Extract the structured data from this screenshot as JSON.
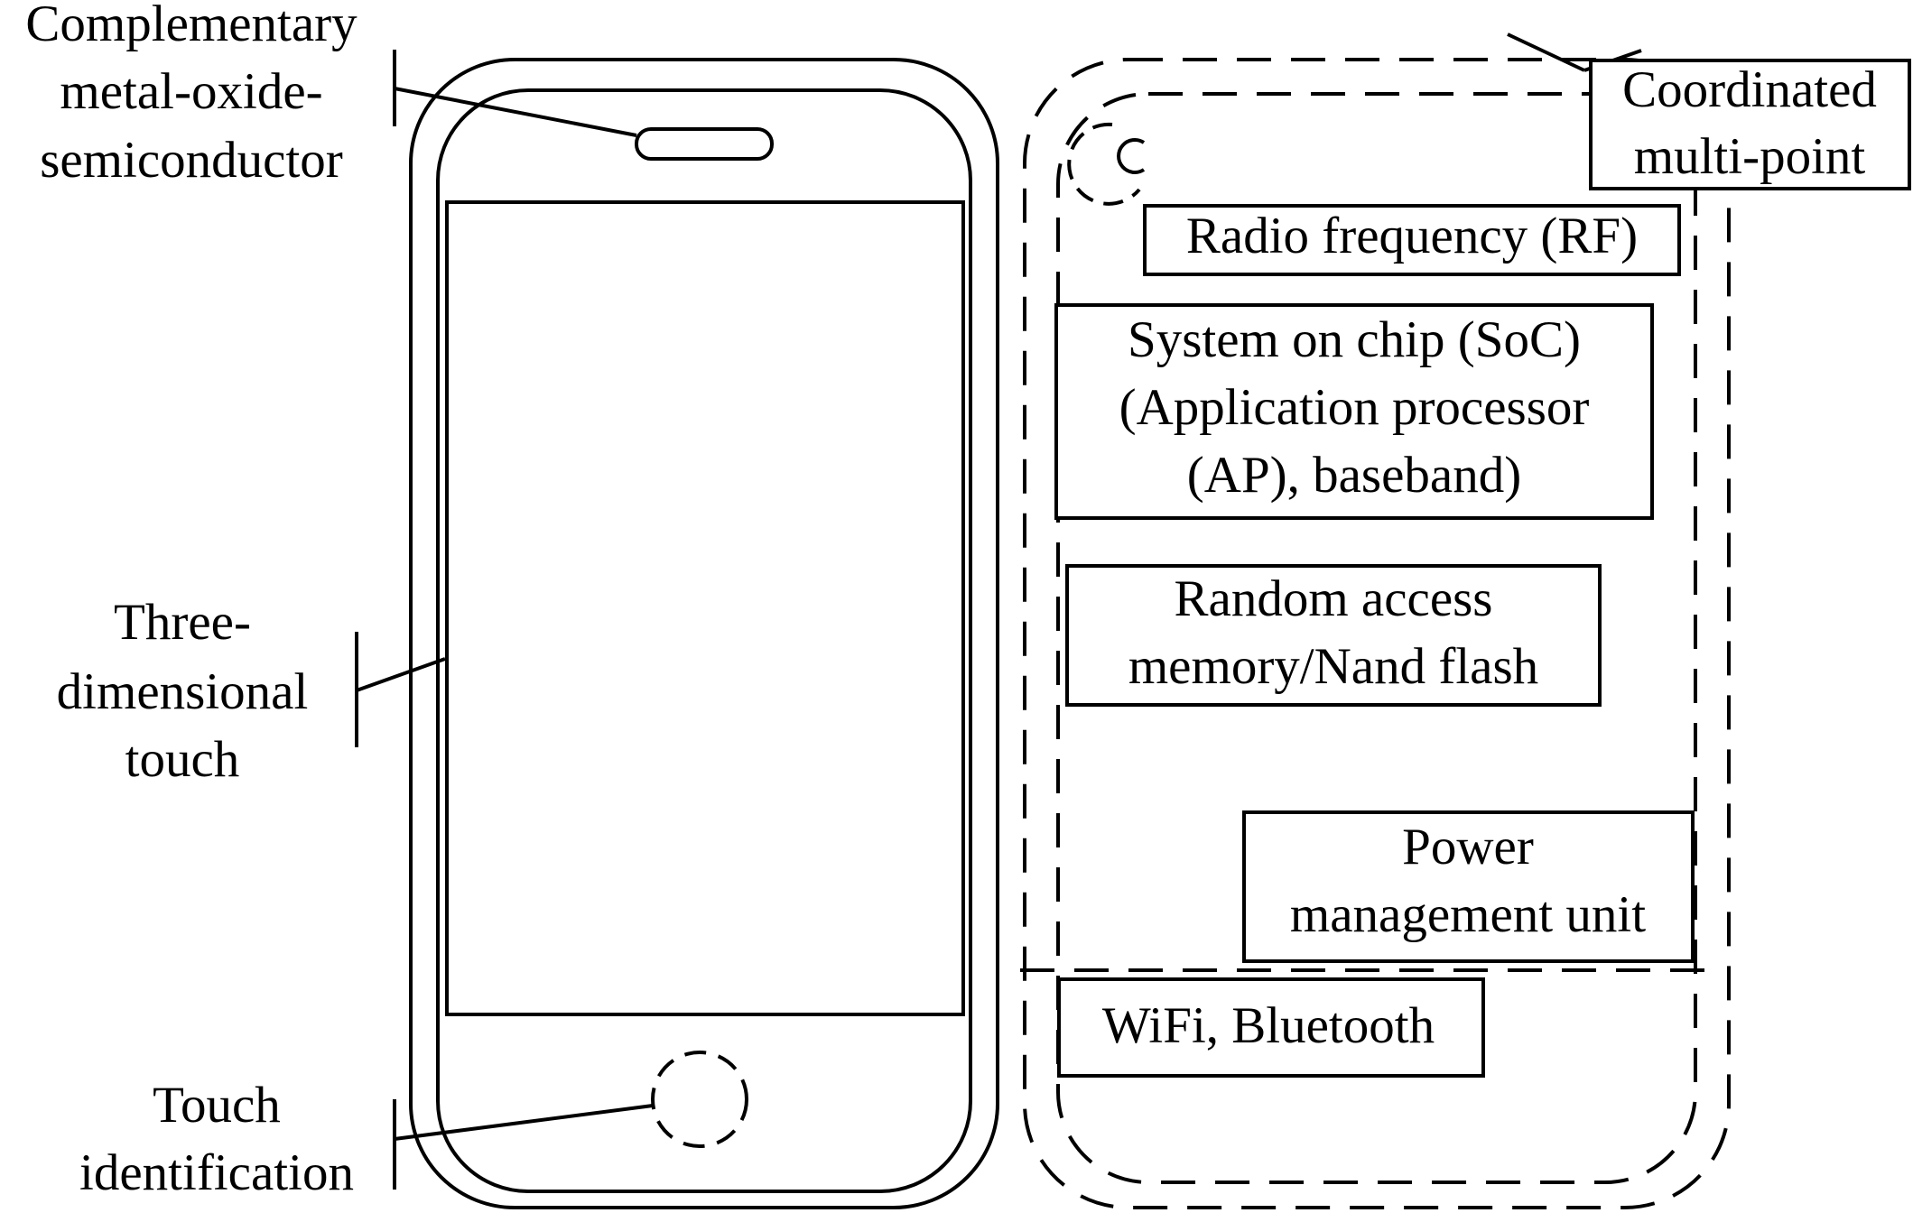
{
  "labels": {
    "cmos": [
      "Complementary",
      "metal-oxide-",
      "semiconductor"
    ],
    "three_d_touch": [
      "Three-",
      "dimensional",
      "touch"
    ],
    "touch_id": [
      "Touch",
      "identification"
    ],
    "comp": [
      "Coordinated",
      "multi-point"
    ]
  },
  "components": {
    "rf": "Radio frequency (RF)",
    "soc": [
      "System on chip (SoC)",
      "(Application processor",
      "(AP), baseband)"
    ],
    "ram": [
      "Random access",
      "memory/Nand flash"
    ],
    "pmu": [
      "Power",
      "management unit"
    ],
    "wifi": "WiFi, Bluetooth"
  },
  "colors": {
    "stroke": "#000000",
    "background": "#ffffff"
  }
}
